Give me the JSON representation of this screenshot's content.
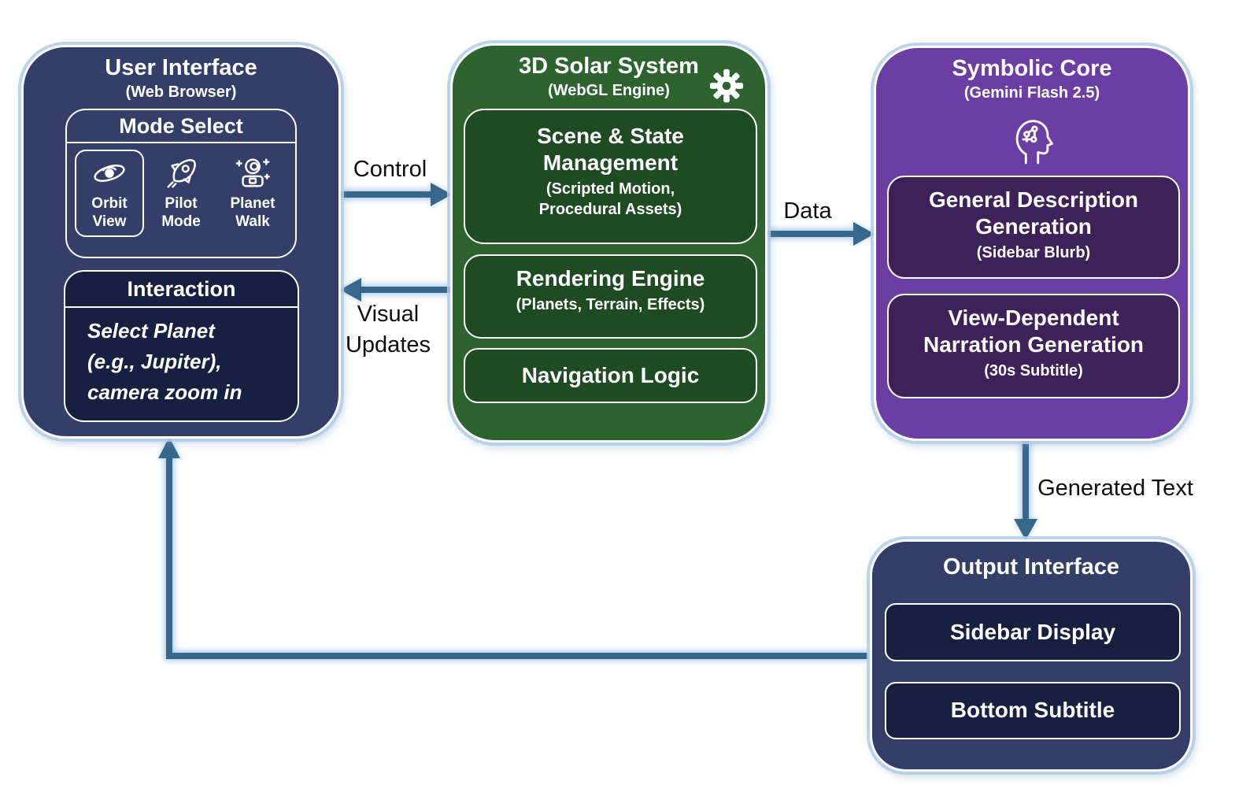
{
  "palette": {
    "navy": "#333f69",
    "navy_dark": "#172040",
    "green": "#2c632e",
    "green_dark": "#1e4b21",
    "purple": "#6b3ea3",
    "purple_dark": "#3e2158",
    "arrow": "#35688c",
    "arrow_glow": "#b5cfe9",
    "label_text": "#0e0e0e",
    "node_text": "#ffffff"
  },
  "nodes": {
    "user_interface": {
      "title": "User Interface",
      "subtitle": "(Web Browser)",
      "mode_select": {
        "title": "Mode Select",
        "modes": [
          {
            "label": "Orbit\nView",
            "icon": "galaxy-icon",
            "selected": true
          },
          {
            "label": "Pilot\nMode",
            "icon": "rocket-icon",
            "selected": false
          },
          {
            "label": "Planet\nWalk",
            "icon": "astronaut-icon",
            "selected": false
          }
        ]
      },
      "interaction": {
        "title": "Interaction",
        "text": "Select Planet\n(e.g., Jupiter),\ncamera zoom in"
      }
    },
    "solar_system": {
      "title": "3D Solar System",
      "subtitle": "(WebGL Engine)",
      "icon": "gear-icon",
      "blocks": {
        "scene": {
          "title": "Scene & State\nManagement",
          "subtitle": "(Scripted Motion,\nProcedural Assets)"
        },
        "render": {
          "title": "Rendering Engine",
          "subtitle": "(Planets, Terrain, Effects)"
        },
        "nav": {
          "title": "Navigation Logic"
        }
      }
    },
    "symbolic_core": {
      "title": "Symbolic Core",
      "subtitle": "(Gemini Flash 2.5)",
      "icon": "brain-head-icon",
      "blocks": {
        "general": {
          "title": "General Description\nGeneration",
          "subtitle": "(Sidebar Blurb)"
        },
        "view": {
          "title": "View-Dependent\nNarration Generation",
          "subtitle": "(30s Subtitle)"
        }
      }
    },
    "output_interface": {
      "title": "Output Interface",
      "blocks": {
        "sidebar": {
          "title": "Sidebar Display"
        },
        "bottom": {
          "title": "Bottom Subtitle"
        }
      }
    }
  },
  "arrows": {
    "control": {
      "label": "Control",
      "from": "user_interface",
      "to": "solar_system"
    },
    "visual_updates": {
      "label": "Visual\nUpdates",
      "from": "solar_system",
      "to": "user_interface"
    },
    "data": {
      "label": "Data",
      "from": "solar_system",
      "to": "symbolic_core"
    },
    "generated_text": {
      "label": "Generated Text",
      "from": "symbolic_core",
      "to": "output_interface"
    },
    "feedback": {
      "label": "",
      "from": "output_interface",
      "to": "user_interface"
    }
  }
}
